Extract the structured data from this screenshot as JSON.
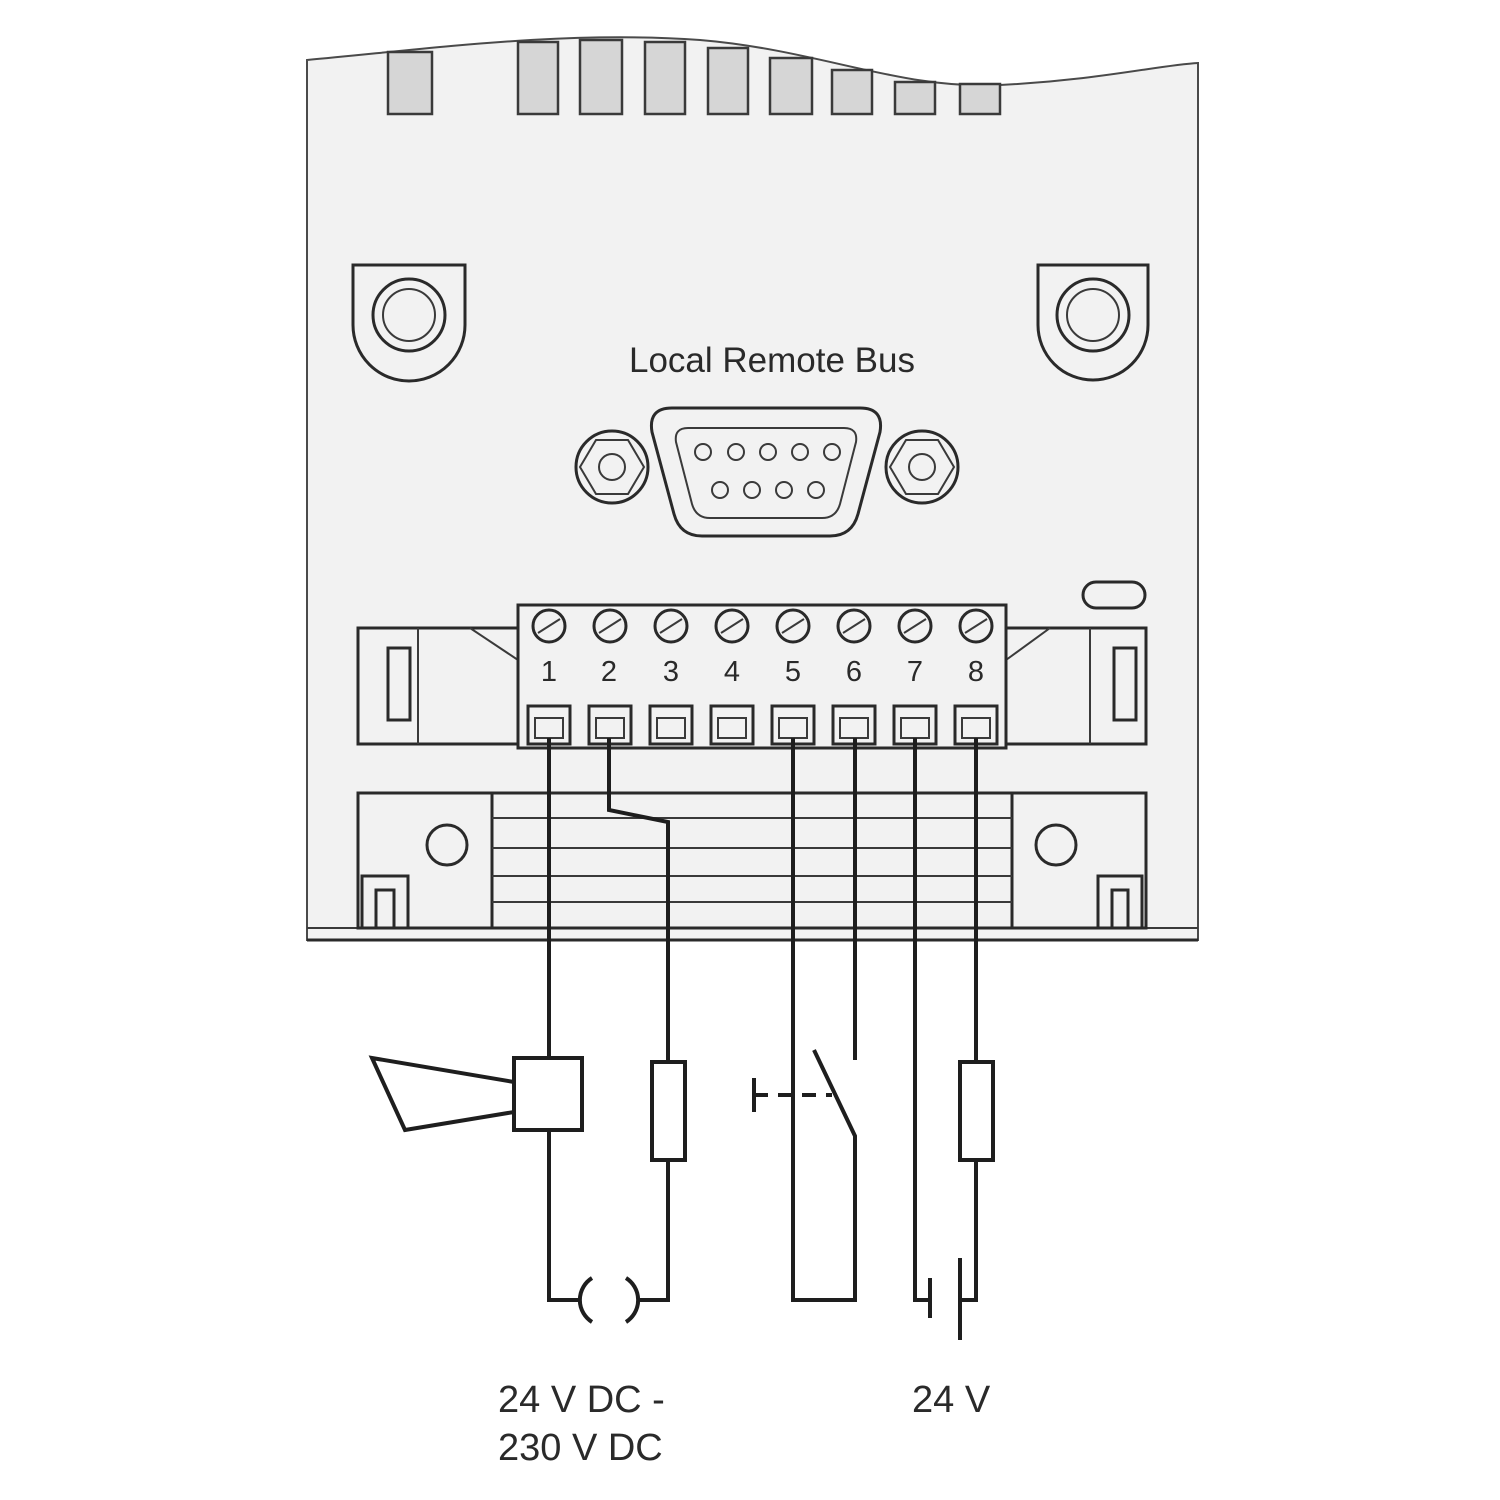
{
  "device": {
    "connector_label": "Local Remote Bus"
  },
  "terminal_block": {
    "terminals": [
      "1",
      "2",
      "3",
      "4",
      "5",
      "6",
      "7",
      "8"
    ]
  },
  "supply_labels": {
    "left_line1": "24 V DC -",
    "left_line2": "230 V DC",
    "right": "24 V"
  }
}
